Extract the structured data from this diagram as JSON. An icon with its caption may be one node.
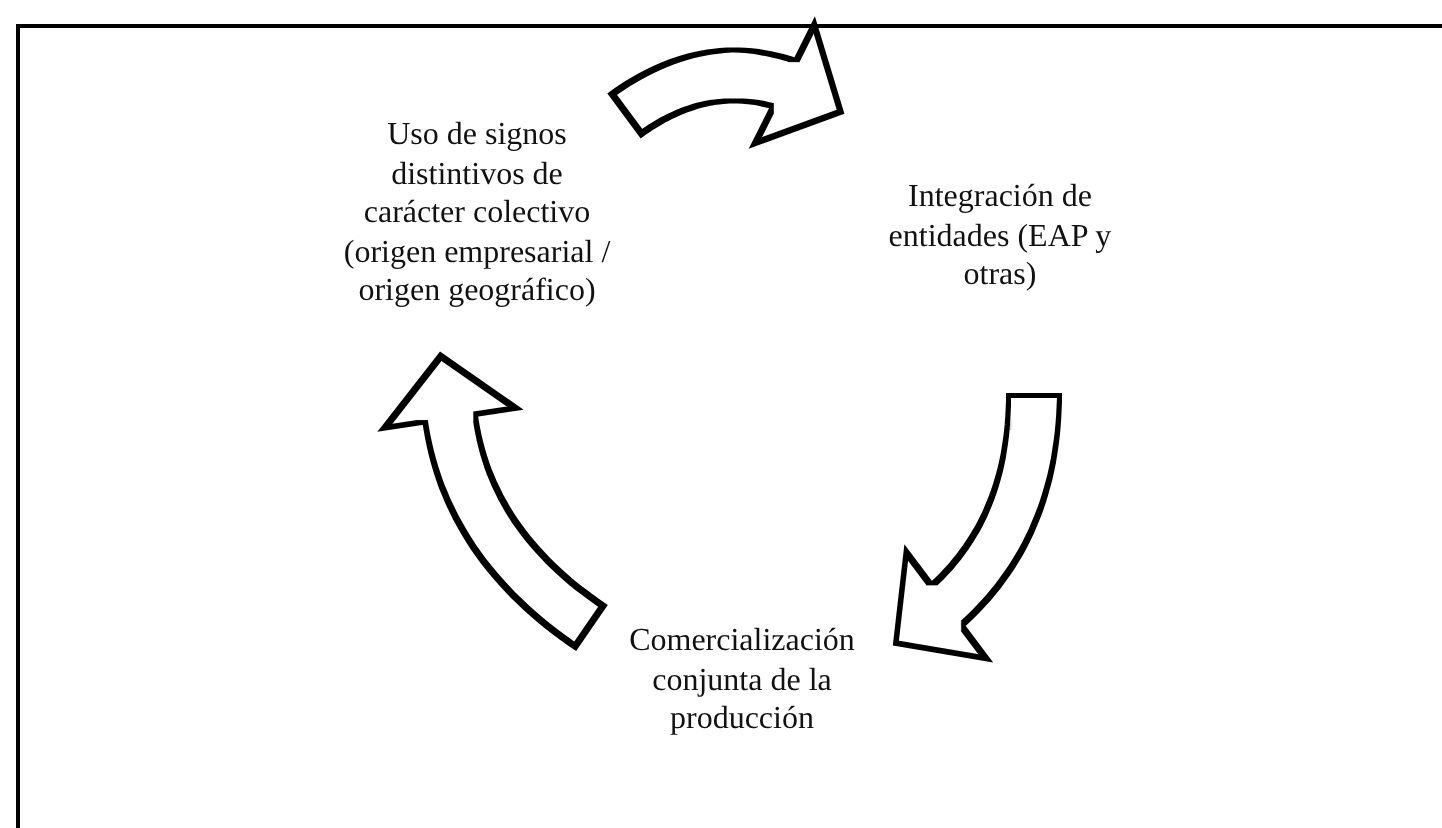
{
  "diagram": {
    "nodes": [
      {
        "text": [
          "Uso de signos distintivos de carácter colectivo (origen empresarial / origen geográfico)"
        ]
      },
      {
        "text": [
          "Integración de entidades (EAP y otras)"
        ]
      },
      {
        "text": [
          "Comercialización conjunta de la producción"
        ]
      }
    ],
    "edges": [
      {
        "from": 0,
        "to": 1,
        "arrow": "to"
      },
      {
        "from": 1,
        "to": 2,
        "arrow": "to"
      },
      {
        "from": 2,
        "to": 0,
        "arrow": "to"
      }
    ]
  }
}
